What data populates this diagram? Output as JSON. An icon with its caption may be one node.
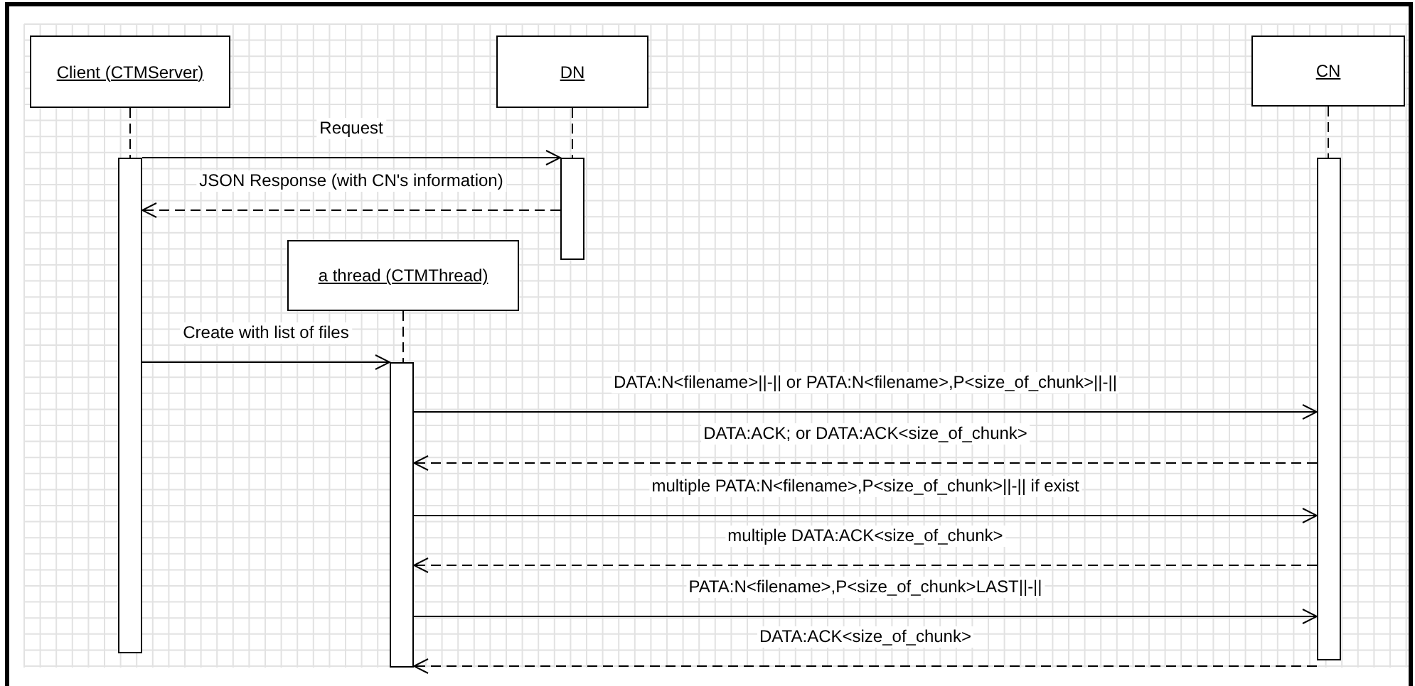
{
  "diagram": {
    "nodes": [
      {
        "text": [
          "Client (CTMServer)"
        ]
      },
      {
        "text": [
          "DN"
        ]
      },
      {
        "text": [
          "a thread (CTMThread)"
        ]
      },
      {
        "text": [
          "CN"
        ]
      },
      {
        "text": [],
        "shape": "bar"
      },
      {
        "text": [],
        "shape": "bar"
      },
      {
        "text": [],
        "shape": "bar"
      },
      {
        "text": [],
        "shape": "bar"
      }
    ],
    "edges": [
      {
        "from": 4,
        "to": 5,
        "arrow": "to",
        "label": "Request"
      },
      {
        "from": 5,
        "to": 4,
        "arrow": "to",
        "label": "JSON Response (with CN's information)",
        "style": "dashed"
      },
      {
        "from": 4,
        "to": 6,
        "arrow": "to",
        "label": "Create with list of files"
      },
      {
        "from": 6,
        "to": 7,
        "arrow": "to",
        "label": "DATA:N<filename>||-|| or PATA:N<filename>,P<size_of_chunk>||-||"
      },
      {
        "from": 7,
        "to": 6,
        "arrow": "to",
        "label": "DATA:ACK; or DATA:ACK<size_of_chunk>",
        "style": "dashed"
      },
      {
        "from": 6,
        "to": 7,
        "arrow": "to",
        "label": "multiple PATA:N<filename>,P<size_of_chunk>||-|| if exist"
      },
      {
        "from": 7,
        "to": 6,
        "arrow": "to",
        "label": "multiple DATA:ACK<size_of_chunk>",
        "style": "dashed"
      },
      {
        "from": 6,
        "to": 7,
        "arrow": "to",
        "label": "PATA:N<filename>,P<size_of_chunk>LAST||-||"
      },
      {
        "from": 7,
        "to": 6,
        "arrow": "to",
        "label": "DATA:ACK<size_of_chunk>",
        "style": "dashed"
      },
      {
        "from": 0,
        "to": 4,
        "arrow": "none",
        "style": "dashed"
      },
      {
        "from": 1,
        "to": 5,
        "arrow": "none",
        "style": "dashed"
      },
      {
        "from": 2,
        "to": 6,
        "arrow": "none",
        "style": "dashed"
      },
      {
        "from": 3,
        "to": 7,
        "arrow": "none",
        "style": "dashed"
      }
    ]
  }
}
